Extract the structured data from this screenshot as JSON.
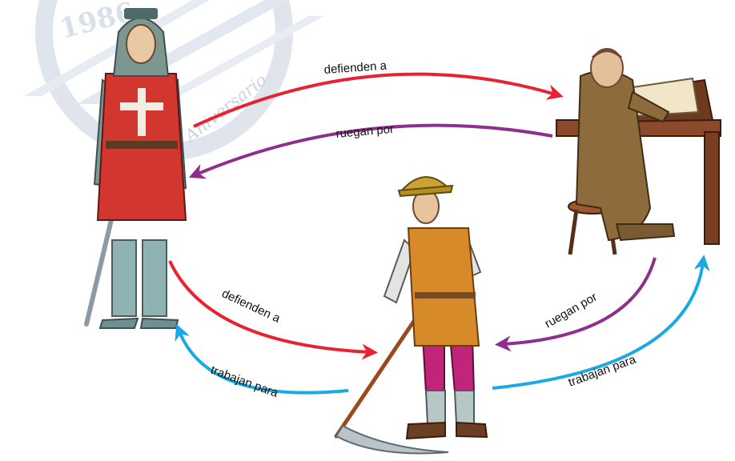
{
  "watermark": {
    "year": "1986",
    "word": "Aniversario"
  },
  "labels": {
    "knight_to_monk": "defienden a",
    "monk_to_knight": "ruegan por",
    "knight_to_peasant": "defienden a",
    "peasant_to_knight": "trabajan para",
    "monk_to_peasant": "ruegan por",
    "peasant_to_monk": "trabajan para"
  },
  "colors": {
    "defend": "#e8232f",
    "pray": "#8e2e8e",
    "work": "#1aa9e3"
  },
  "figures": [
    "knight",
    "monk",
    "peasant"
  ]
}
